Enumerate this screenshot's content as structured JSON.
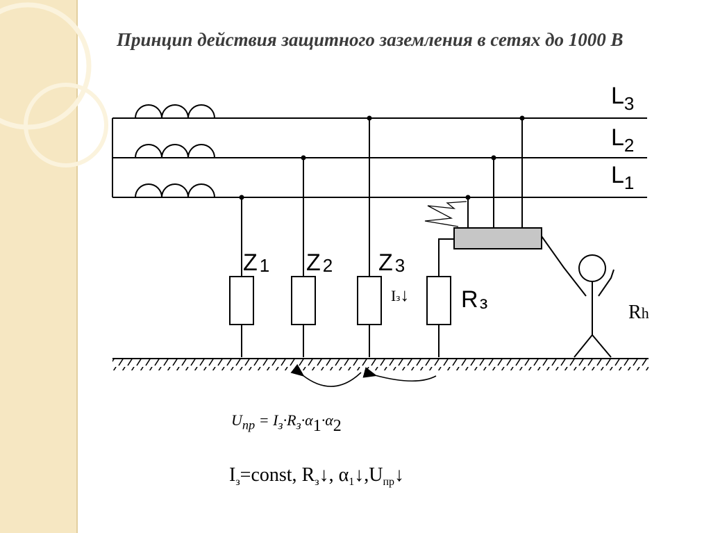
{
  "title": "Принцип действия защитного заземления в сетях до 1000 В",
  "lines": [
    {
      "letter": "L",
      "sub": "3"
    },
    {
      "letter": "L",
      "sub": "2"
    },
    {
      "letter": "L",
      "sub": "1"
    }
  ],
  "loads": [
    {
      "letter": "Z",
      "sub": "1"
    },
    {
      "letter": "Z",
      "sub": "2"
    },
    {
      "letter": "Z",
      "sub": "3"
    }
  ],
  "ground_resistor": {
    "letter": "R",
    "sub": "з"
  },
  "current": {
    "letter": "I",
    "sub": "з",
    "arrow": "↓"
  },
  "human_resistance": {
    "letter": "R",
    "sub": "h"
  },
  "formula1": {
    "lhs": "U",
    "lhs_sub": "пр",
    "eq": " = ",
    "i": "I",
    "i_sub": "з",
    "dot": "·",
    "r": "R",
    "r_sub": "з",
    "a1": "α",
    "a1_sub": "1",
    "a2": "α",
    "a2_sub": "2"
  },
  "formula2": {
    "i": "I",
    "i_sub": "з",
    "const": "=const, ",
    "r": "R",
    "r_sub": "з",
    "arrow": "↓",
    "sep": ", ",
    "alpha": "α",
    "alpha_sub": "1",
    "arrow2": "↓",
    "sep2": ",",
    "u": "U",
    "u_sub": "пр",
    "arrow3": "↓"
  }
}
